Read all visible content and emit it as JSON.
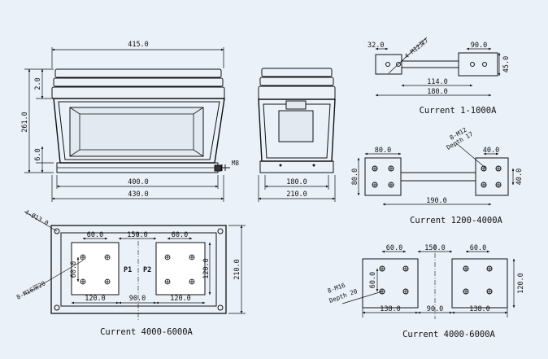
{
  "front_view": {
    "width_top": "415.0",
    "width_bottom_inner": "400.0",
    "width_bottom": "430.0",
    "height": "261.0",
    "step_top": "2.0",
    "step_bottom": "6.0",
    "terminal": "M8"
  },
  "side_view": {
    "inner_width": "180.0",
    "outer_width": "210.0"
  },
  "plan_view": {
    "holes": "4-Ø13.0",
    "bolts": "8-M16深20",
    "pad_pitch": "60.0",
    "pad_spacing": "150.0",
    "pad_offset": "60.0",
    "label_p1": "P1",
    "label_p2": "P2",
    "pad_width": "120.0",
    "pad_gap": "90.0",
    "pad_height": "120.0",
    "total_height": "210.0",
    "caption": "Current 4000-6000A"
  },
  "bar_1000": {
    "hole_offset": "32.0",
    "holes": "4-M12深7",
    "right_width": "90.0",
    "right_height": "45.0",
    "mid_length": "114.0",
    "total_length": "180.0",
    "caption": "Current 1-1000A"
  },
  "bar_4000": {
    "left_width": "80.0",
    "holes": "8-M12",
    "depth": "Depth 17",
    "right_pitch": "40.0",
    "left_height": "80.0",
    "right_height": "40.0",
    "span": "190.0",
    "caption": "Current 1200-4000A"
  },
  "bar_6000": {
    "left_pitch": "60.0",
    "gap_mid": "150.0",
    "right_pitch": "60.0",
    "left_v": "60.0",
    "holes": "8-M16",
    "depth": "Depth 20",
    "height": "120.0",
    "left_width": "138.0",
    "gap": "90.0",
    "right_width": "138.0",
    "caption": "Current 4000-6000A"
  }
}
